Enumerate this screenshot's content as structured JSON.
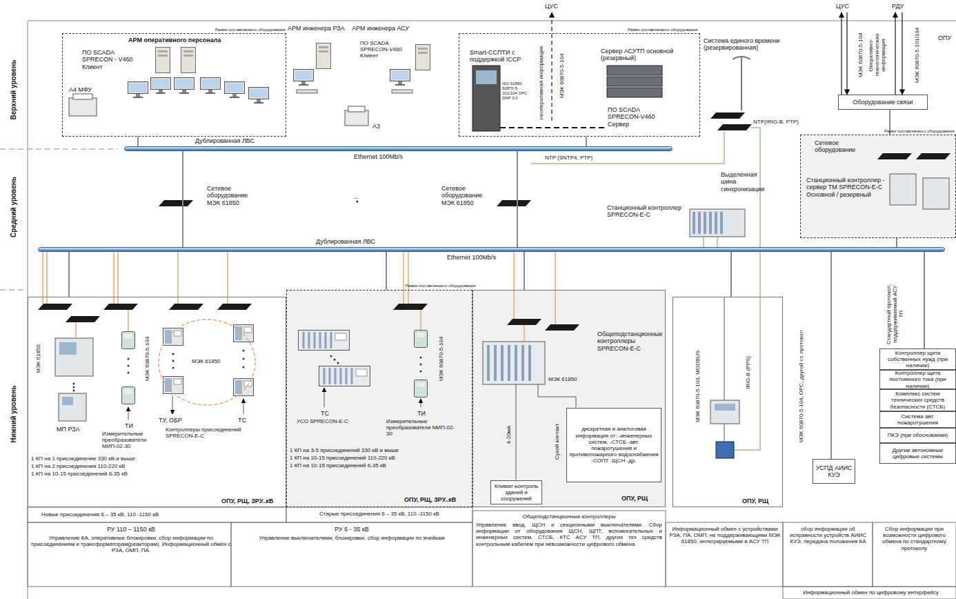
{
  "diagram": {
    "nodes": [
      {
        "text": [
          "АРМ оперативного персонала",
          "ПО SCADA SPRECON - V460 Клиент"
        ]
      },
      {
        "text": [
          "Smart-ССПТИ с поддержкой ICCP",
          "Сервер АСУТП основной (резервный)",
          "ПО SCADA SPRECON-V460 Сервер"
        ]
      },
      {
        "text": [
          "Оборудование связи"
        ]
      },
      {
        "text": [
          "Дублированная ЛВС",
          "Ethernet 100Mb/s"
        ]
      },
      {
        "text": [
          "Сетевое оборудование",
          "Станционный контроллер - сервер ТМ SPRECON-E-C Основной / резервный"
        ]
      },
      {
        "text": [
          "Дублированная ЛВС",
          "Ethernet 100Mb/s"
        ]
      },
      {
        "text": [
          "ОПУ, РЩ, ЗРУ..кВ"
        ]
      },
      {
        "text": [
          "ОПУ, РЩ, ЗРУ..кВ"
        ]
      },
      {
        "text": [
          "Общеподстанционные контроллеры SPRECON-E-C",
          "ОПУ, РЩ"
        ]
      },
      {
        "text": [
          "Климат-контроль зданий и сооружений"
        ],
        "in": 8
      },
      {
        "text": [
          "дискретная и аналоговая информация от: -инженерных систем, -СТСБ -авт. пожаротушения и противопожарного водоснабжения -СОПТ -ЩСН -др."
        ],
        "in": 8
      },
      {
        "text": [
          "ОПУ, РЩ"
        ]
      },
      {
        "text": [
          "УСПД АИИС КУЭ"
        ]
      },
      {
        "text": [
          "Контроллер щита собственных нужд (при наличии)"
        ]
      },
      {
        "text": [
          "Контроллер щита постоянного тока (при наличии)"
        ]
      },
      {
        "text": [
          "Комплекс систем технических средств безопасности (СТСБ)"
        ]
      },
      {
        "text": [
          "Система авт. пожаротушения"
        ]
      },
      {
        "text": [
          "ПКЭ (при обосновании)"
        ]
      },
      {
        "text": [
          "Другие автономные цифровые системы"
        ]
      }
    ],
    "edges": [
      {
        "from": 0,
        "to": 3,
        "arrow": "none"
      },
      {
        "from": 1,
        "to": 3,
        "arrow": "none"
      },
      {
        "from": 3,
        "to": 5,
        "arrow": "none"
      },
      {
        "from": 3,
        "to": 5,
        "arrow": "none"
      },
      {
        "from": 2,
        "to": 4,
        "arrow": "none"
      },
      {
        "from": 4,
        "to": 5,
        "arrow": "none"
      },
      {
        "from": 6,
        "to": 5,
        "arrow": "none"
      },
      {
        "from": 7,
        "to": 5,
        "arrow": "none"
      },
      {
        "from": 8,
        "to": 5,
        "arrow": "none"
      },
      {
        "from": 11,
        "to": 5,
        "arrow": "none"
      },
      {
        "from": 12,
        "to": 5,
        "arrow": "none"
      },
      {
        "from": 13,
        "to": 5,
        "arrow": "none"
      }
    ],
    "labels": [
      "Верхний уровень",
      "Средний уровень",
      "Нижний уровень",
      "ЦУС",
      "ЦУС",
      "РДУ",
      "ОПУ",
      "МЭК 60870-5-104",
      "Оперативно-технологическая информация",
      "МЭК 60870-5-101/104",
      "АРМ инженера РЗА",
      "АРМ инженера АСУ",
      "ПО SCADA SPRECON-V460 Клиент",
      "А4 МФУ",
      "А3",
      "Рамки поставляемого оборудования",
      "Рамки поставляемого оборудования",
      "Рамки поставляемого оборудования",
      "Рамки поставляемого оборудования",
      "неоперативная информация",
      "МЭК 60870-5-104",
      "ISO 61850 60870-5-101/104 OPC DNP 3.0",
      "Система единого времени (резервированная)",
      "NTP(IRIG-B, PTP)",
      "NTP (SNTP4, PTP)",
      "Выделенная шина синхронизации",
      "Сетевое оборудование МЭК 61850",
      "...",
      "Сетевое оборудование МЭК 61850",
      "Станционный контроллер SPRECON-E-C",
      "МЭК 61850",
      "МЭК 60870-5-104",
      "МП РЗА",
      "ТИ",
      "Измерительные преобразователи МИП-02-30",
      "МЭК 61850",
      "ТУ, ОБР",
      "ТС",
      "Контроллеры присоединений SPRECON-E-C",
      "1 КП на 1 присоединение 330 кВ и выше",
      "1 КП на 2 присоединения 110-220 кВ",
      "1 КП на 10-15 присоединений 6-35 кВ",
      "ТС",
      "УСО SPRECON-E-C",
      "ТИ",
      "Измерительные преобразователи МИП-02-30",
      "МЭК 60870-5-104",
      "1 КП на 3-5 присоединений 330 кВ и выше",
      "1 КП на 10-15 присоединений 110-220 кВ",
      "1 КП на 10-15 присоединений 6-35 кВ",
      "МЭК 61850",
      "4-20мА",
      "Сухой контакт",
      "МЭК 60870-5-103, MODBUS",
      "IRIG-B (PPS)",
      "МЭК 60870-5-104, OPC, другой ст. протокол",
      "Стандартный протокол, поддерживаемый АСУ ТП",
      "Новые присоединения 6 – 35 кВ, 110 -1150 кВ",
      "Старые присоединения 6 – 35 кВ, 110 -1150 кВ",
      "РУ 110 – 1150 кВ",
      "Управление КА, оперативные блокировки, сбор информации по присоединениям и трансформаторам(реакторам). Информационный обмен с РЗА, ОМП, ПА.",
      "РУ 6 - 35 кВ",
      "Управление выключателями, блокировки, сбор информации по ячейкам",
      "Общеподстанционные контроллеры",
      "Управление ввод. ЩСН и секционными выключателями. Сбор информации от оборудования ЩСН, ЩПТ, вспомогательных и инженерных систем, СТСБ, КТС АСУ ТП, других тех средств контрольным кабелем при невозможности цифрового обмена",
      "Информационный обмен с устройствами РЗА, ПА, ОМП, не поддерживающими МЭК 61850, интегрируемыми в АСУ ТП",
      "сбор информации об исправности устройств АИИС КУЭ, передача положения КА",
      "Сбор информации при возможности цифрового обмена по стандартному протоколу",
      "Информационный обмен по цифровому интерфейсу"
    ]
  }
}
